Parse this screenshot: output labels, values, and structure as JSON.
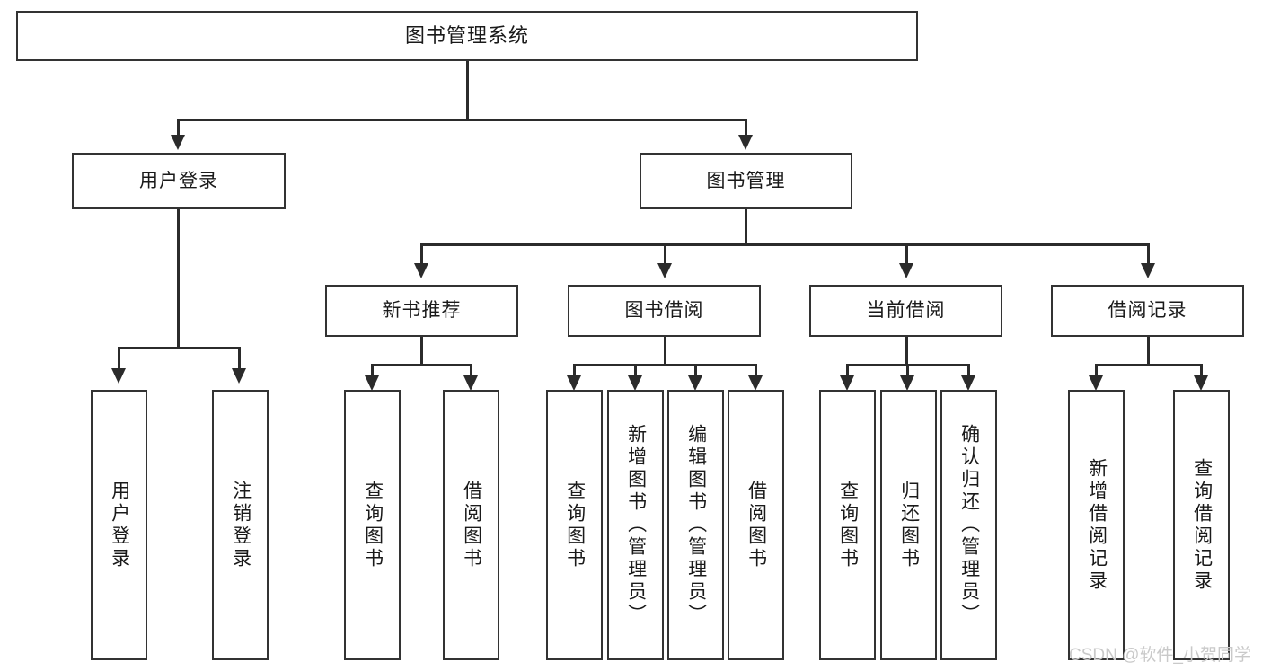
{
  "diagram": {
    "title": "图书管理系统",
    "type": "hierarchy-tree",
    "root": {
      "label": "图书管理系统"
    },
    "level2": [
      {
        "label": "用户登录"
      },
      {
        "label": "图书管理"
      }
    ],
    "level3": [
      {
        "label": "新书推荐"
      },
      {
        "label": "图书借阅"
      },
      {
        "label": "当前借阅"
      },
      {
        "label": "借阅记录"
      }
    ],
    "leaves_user_login": [
      {
        "label": "用户登录"
      },
      {
        "label": "注销登录"
      }
    ],
    "leaves_new_book": [
      {
        "label": "查询图书"
      },
      {
        "label": "借阅图书"
      }
    ],
    "leaves_borrow": [
      {
        "label": "查询图书"
      },
      {
        "label": "新增图书（管理员）"
      },
      {
        "label": "编辑图书（管理员）"
      },
      {
        "label": "借阅图书"
      }
    ],
    "leaves_current": [
      {
        "label": "查询图书"
      },
      {
        "label": "归还图书"
      },
      {
        "label": "确认归还（管理员）"
      }
    ],
    "leaves_records": [
      {
        "label": "新增借阅记录"
      },
      {
        "label": "查询借阅记录"
      }
    ]
  },
  "watermark": {
    "text": "CSDN @软件_小贺同学"
  },
  "colors": {
    "border": "#333333",
    "line": "#2b2b2b",
    "text": "#1a1a1a",
    "background": "#ffffff",
    "watermark": "#c9c9c9"
  }
}
